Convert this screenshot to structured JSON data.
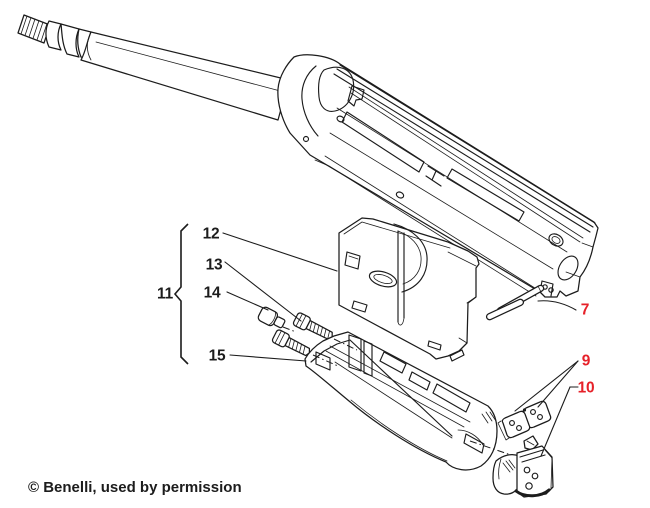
{
  "figure": {
    "type": "exploded-parts-diagram",
    "credit": "© Benelli, used by permission"
  },
  "colors": {
    "background": "#ffffff",
    "line": "#1c1c1c",
    "label_default": "#1c1c1c",
    "label_highlight": "#e62129"
  },
  "labels": {
    "p7": {
      "text": "7",
      "color": "#e62129"
    },
    "p9": {
      "text": "9",
      "color": "#e62129"
    },
    "p10": {
      "text": "10",
      "color": "#e62129"
    },
    "p11": {
      "text": "11",
      "color": "#1c1c1c"
    },
    "p12": {
      "text": "12",
      "color": "#1c1c1c"
    },
    "p13": {
      "text": "13",
      "color": "#1c1c1c"
    },
    "p14": {
      "text": "14",
      "color": "#1c1c1c"
    },
    "p15": {
      "text": "15",
      "color": "#1c1c1c"
    }
  },
  "bracket_group": {
    "label": "11",
    "spans_labels": [
      "12",
      "13",
      "14",
      "15"
    ]
  }
}
